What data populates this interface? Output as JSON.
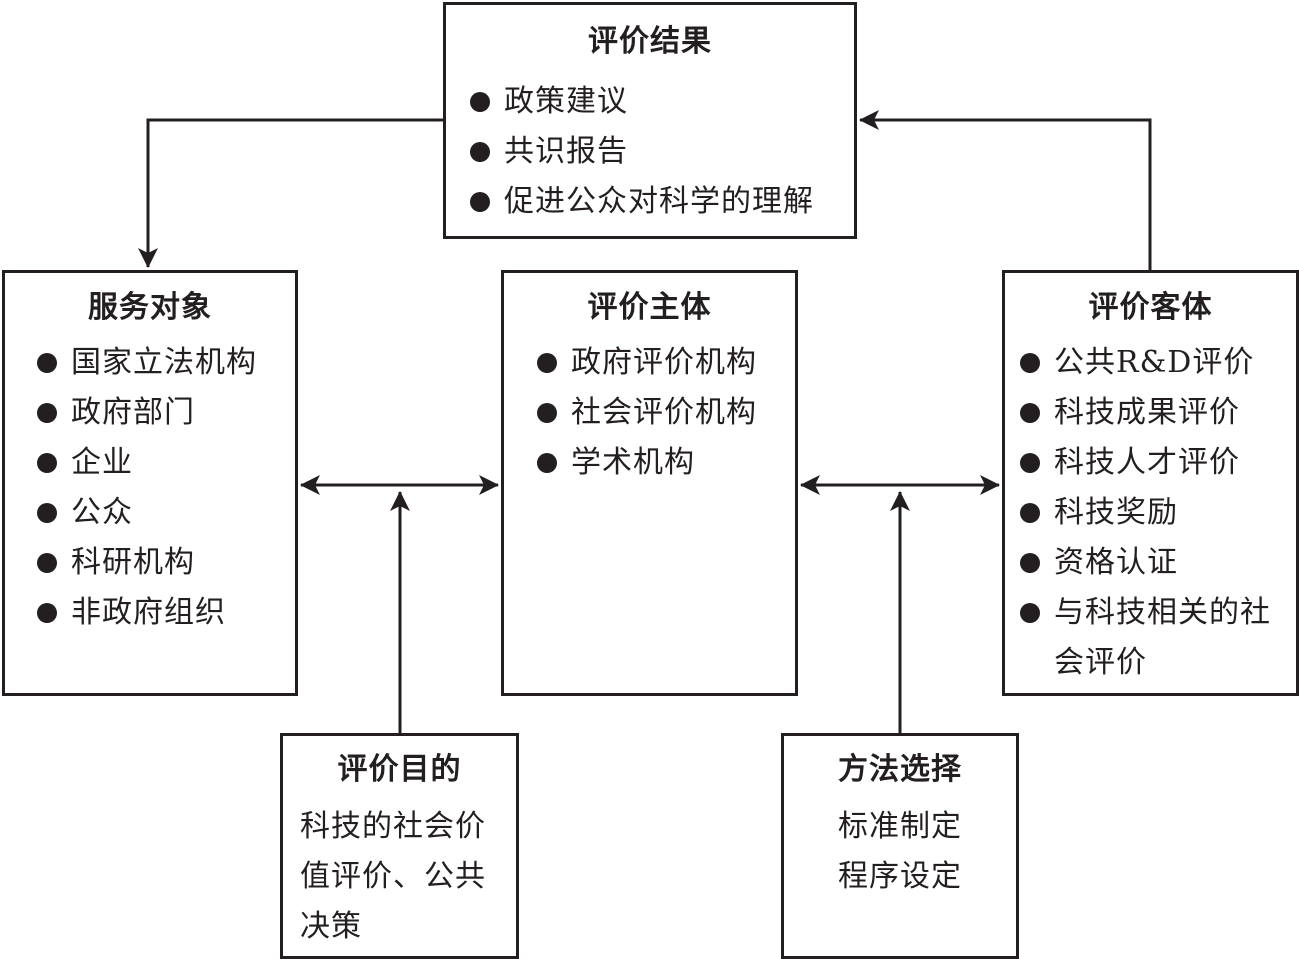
{
  "diagram": {
    "result": {
      "title": "评价结果",
      "items": [
        "政策建议",
        "共识报告",
        "促进公众对科学的理解"
      ]
    },
    "service_target": {
      "title": "服务对象",
      "items": [
        "国家立法机构",
        "政府部门",
        "企业",
        "公众",
        "科研机构",
        "非政府组织"
      ]
    },
    "subject": {
      "title": "评价主体",
      "items": [
        "政府评价机构",
        "社会评价机构",
        "学术机构"
      ]
    },
    "object": {
      "title": "评价客体",
      "items": [
        "公共R&D评价",
        "科技成果评价",
        "科技人才评价",
        "科技奖励",
        "资格认证",
        "与科技相关的社会评价"
      ]
    },
    "purpose": {
      "title": "评价目的",
      "text": "科技的社会价值评价、公共决策"
    },
    "method": {
      "title": "方法选择",
      "lines": [
        "标准制定",
        "程序设定"
      ]
    },
    "edges": [
      {
        "from": "评价结果",
        "to": "服务对象",
        "type": "directed"
      },
      {
        "from": "评价客体",
        "to": "评价结果",
        "type": "directed"
      },
      {
        "from": "服务对象",
        "to": "评价主体",
        "type": "bidirectional"
      },
      {
        "from": "评价主体",
        "to": "评价客体",
        "type": "bidirectional"
      },
      {
        "from": "评价目的",
        "to": "服务对象-评价主体",
        "type": "directed"
      },
      {
        "from": "方法选择",
        "to": "评价主体-评价客体",
        "type": "directed"
      }
    ],
    "colors": {
      "stroke": "#231f20",
      "background": "#ffffff"
    }
  }
}
